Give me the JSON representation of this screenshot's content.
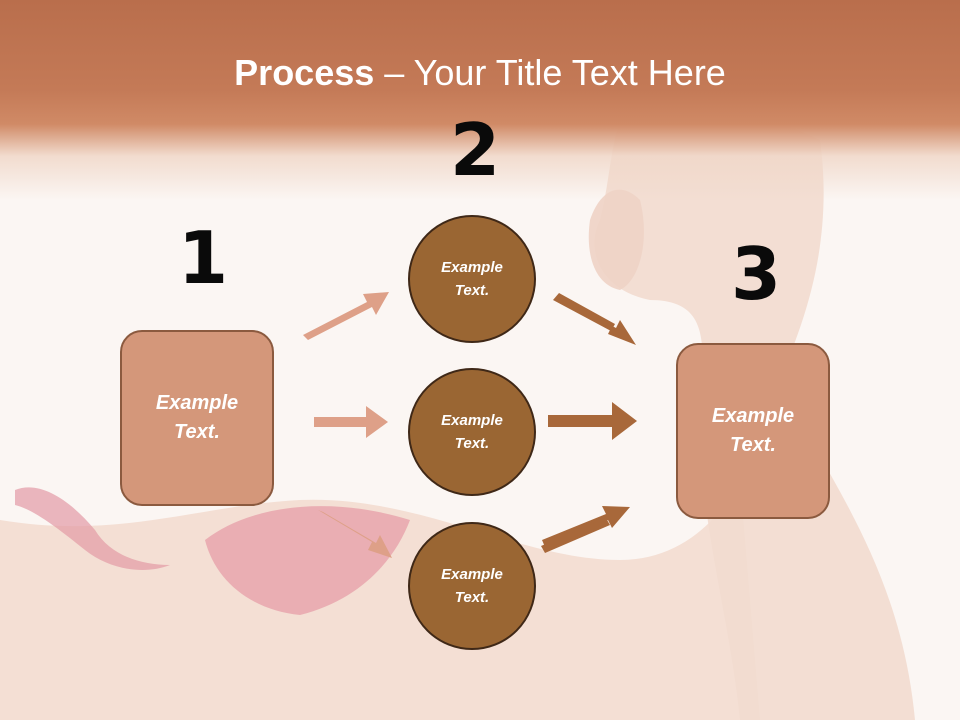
{
  "title": {
    "bold": "Process",
    "rest": " – Your Title Text Here"
  },
  "steps": {
    "one": "1",
    "two": "2",
    "three": "3"
  },
  "boxes": {
    "left": "Example\nText.",
    "right": "Example\nText."
  },
  "circles": {
    "top": "Example\nText.",
    "middle": "Example\nText.",
    "bottom": "Example\nText."
  },
  "colors": {
    "header": "#c47a57",
    "box_fill": "#d4977a",
    "box_border": "#8b5a3f",
    "circle_fill": "#9a6633",
    "circle_border": "#3f2817",
    "arrow_light": "#dea088",
    "arrow_dark": "#a8683a"
  }
}
